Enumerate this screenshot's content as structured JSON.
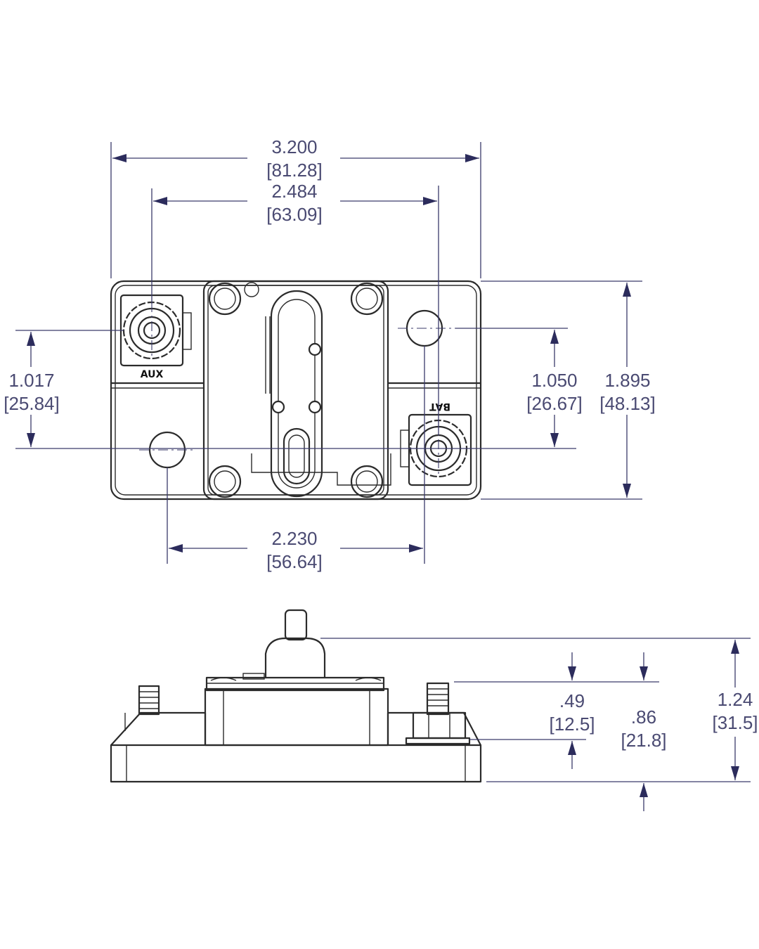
{
  "top_view": {
    "terminal_left_mark": "AUX",
    "terminal_right_mark": "BAT",
    "dimensions": {
      "overall_width": {
        "in": "3.200",
        "mm": "[81.28]"
      },
      "stud_spacing": {
        "in": "2.484",
        "mm": "[63.09]"
      },
      "left_offset": {
        "in": "1.017",
        "mm": "[25.84]"
      },
      "right_offset": {
        "in": "1.050",
        "mm": "[26.67]"
      },
      "overall_height": {
        "in": "1.895",
        "mm": "[48.13]"
      },
      "hole_spacing": {
        "in": "2.230",
        "mm": "[56.64]"
      }
    }
  },
  "side_view": {
    "dimensions": {
      "stud_height": {
        "in": ".49",
        "mm": "[12.5]"
      },
      "body_height": {
        "in": ".86",
        "mm": "[21.8]"
      },
      "overall_height": {
        "in": "1.24",
        "mm": "[31.5]"
      }
    }
  }
}
